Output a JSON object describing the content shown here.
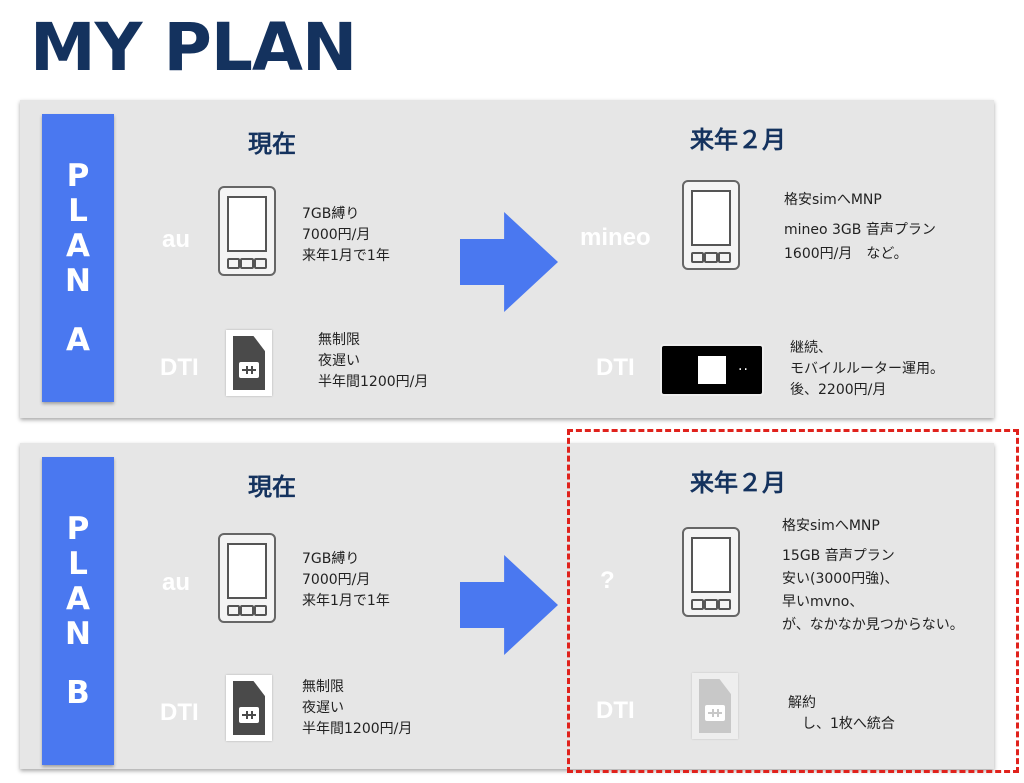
{
  "title": "MY PLAN",
  "plan_a": {
    "label_letters": [
      "P",
      "L",
      "A",
      "N"
    ],
    "label_suffix": "A",
    "current_heading": "現在",
    "next_heading": "来年２月",
    "current": {
      "phone_carrier": "au",
      "phone_desc": [
        "7GB縛り",
        "7000円/月",
        "来年1月で1年"
      ],
      "data_carrier": "DTI",
      "data_desc": [
        "無制限",
        "夜遅い",
        "半年間1200円/月"
      ]
    },
    "next": {
      "phone_carrier": "mineo",
      "phone_desc": [
        "格安simへMNP",
        "mineo 3GB 音声プラン",
        "1600円/月　など。"
      ],
      "data_carrier": "DTI",
      "data_desc": [
        "継続、",
        "モバイルルーター運用。",
        "後、2200円/月"
      ]
    }
  },
  "plan_b": {
    "label_letters": [
      "P",
      "L",
      "A",
      "N"
    ],
    "label_suffix": "B",
    "current_heading": "現在",
    "next_heading": "来年２月",
    "current": {
      "phone_carrier": "au",
      "phone_desc": [
        "7GB縛り",
        "7000円/月",
        "来年1月で1年"
      ],
      "data_carrier": "DTI",
      "data_desc": [
        "無制限",
        "夜遅い",
        "半年間1200円/月"
      ]
    },
    "next": {
      "phone_carrier": "?",
      "phone_title": "格安simへMNP",
      "phone_desc": [
        "15GB 音声プラン",
        "安い(3000円強)、",
        "早いmvno、",
        "が、なかなか見つからない。"
      ],
      "data_carrier": "DTI",
      "data_desc": [
        "解約",
        "　し、1枚へ統合"
      ]
    }
  },
  "colors": {
    "title": "#14325e",
    "plan_label": "#4a78f0",
    "arrow": "#4a78f0",
    "panel": "#e6e6e6",
    "highlight": "#e0221c"
  },
  "icons": [
    "smartphone-icon",
    "sim-card-icon",
    "mobile-router-icon",
    "right-arrow-icon"
  ]
}
